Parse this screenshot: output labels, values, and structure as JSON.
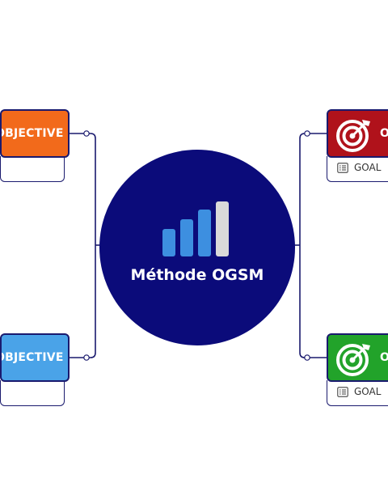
{
  "center": {
    "title": "Méthode OGSM",
    "icon": "bar-chart-icon"
  },
  "cards": {
    "objective_top_left": {
      "label": "OBJECTIVE",
      "color": "#f26a1b"
    },
    "objective_bottom_left": {
      "label": "OBJECTIVE",
      "color": "#4aa3e8"
    },
    "goal_top_right": {
      "label": "O",
      "goal_label": "GOAL",
      "color": "#b0121b"
    },
    "goal_bottom_right": {
      "label": "O",
      "goal_label": "GOAL",
      "color": "#22a32a"
    }
  },
  "colors": {
    "navy": "#0b0b7a",
    "line": "#1a1a6e"
  }
}
